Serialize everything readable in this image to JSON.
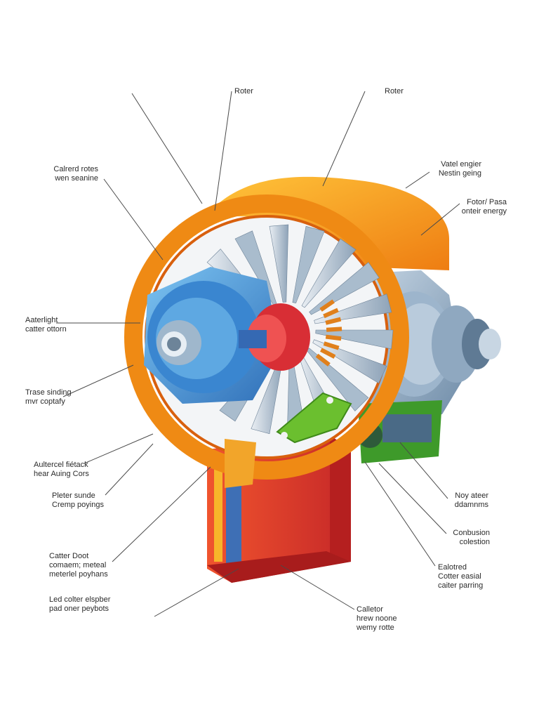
{
  "labels": {
    "top_left": "Roter",
    "top_right": "Roter",
    "left_1": [
      "Calrerd rotes",
      "wen seanine"
    ],
    "left_2": [
      "Aaterlight",
      "catter ottorn"
    ],
    "left_3": [
      "Trase sinding",
      "mvr coptafy"
    ],
    "left_4": [
      "Aultercel fiétack",
      "hear Auing Cors"
    ],
    "left_5": [
      "Pleter sunde",
      "Cremp poyings"
    ],
    "left_6": [
      "Catter Doot",
      "comaem; meteal",
      "meterlel poyhans"
    ],
    "left_7": [
      "Led colter elspber",
      "pad oner peybots"
    ],
    "right_1": [
      "Vatel engier",
      "Nestin geing"
    ],
    "right_2": [
      "Fotor/ Pasa",
      "onteir energy"
    ],
    "right_3": [
      "Noy ateer",
      "ddamnms"
    ],
    "right_4": [
      "Conbusion",
      "colestion"
    ],
    "right_5": [
      "Ealotred",
      "Cotter easial",
      "caiter parring"
    ],
    "bottom": [
      "Calletor",
      "hrew noone",
      "wemy rotte"
    ]
  },
  "colors": {
    "housing_orange": "#f5a01a",
    "rim_orange": "#ec7a12",
    "hub_blue": "#3f8fd6",
    "shaft_red": "#d8303a",
    "base_red": "#e23a2a",
    "motor_steel": "#8aa7c2",
    "bracket_green": "#5fb02e",
    "leader_line": "#4a4a4a"
  }
}
